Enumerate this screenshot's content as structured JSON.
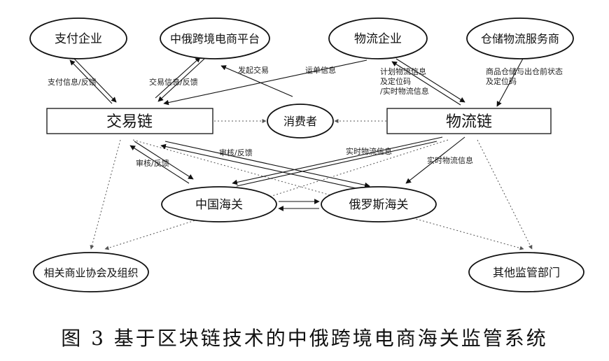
{
  "nodes": {
    "payment_company": "支付企业",
    "platform": "中俄跨境电商平台",
    "logistics_company": "物流企业",
    "warehouse_provider": "仓储物流服务商",
    "trade_chain": "交易链",
    "consumer": "消费者",
    "logistics_chain": "物流链",
    "china_customs": "中国海关",
    "russia_customs": "俄罗斯海关",
    "business_associations": "相关商业协会及组织",
    "other_regulators": "其他监管部门"
  },
  "edges": {
    "payment_info": "支付信息/反馈",
    "trade_info": "交易信息/反馈",
    "initiate_trade": "发起交易",
    "waybill_info": "运单信息",
    "plan_logistics_1": "计划物流信息",
    "plan_logistics_2": "及定位码",
    "plan_logistics_3": "/实时物流信息",
    "warehouse_status_1": "商品仓储与出仓前状态",
    "warehouse_status_2": "及定位码",
    "audit_feedback_left": "审核/反馈",
    "audit_feedback_center": "审核/反馈",
    "realtime_logistics_1": "实时物流信息",
    "realtime_logistics_2": "实时物流信息"
  },
  "caption": "图 3   基于区块链技术的中俄跨境电商海关监管系统"
}
